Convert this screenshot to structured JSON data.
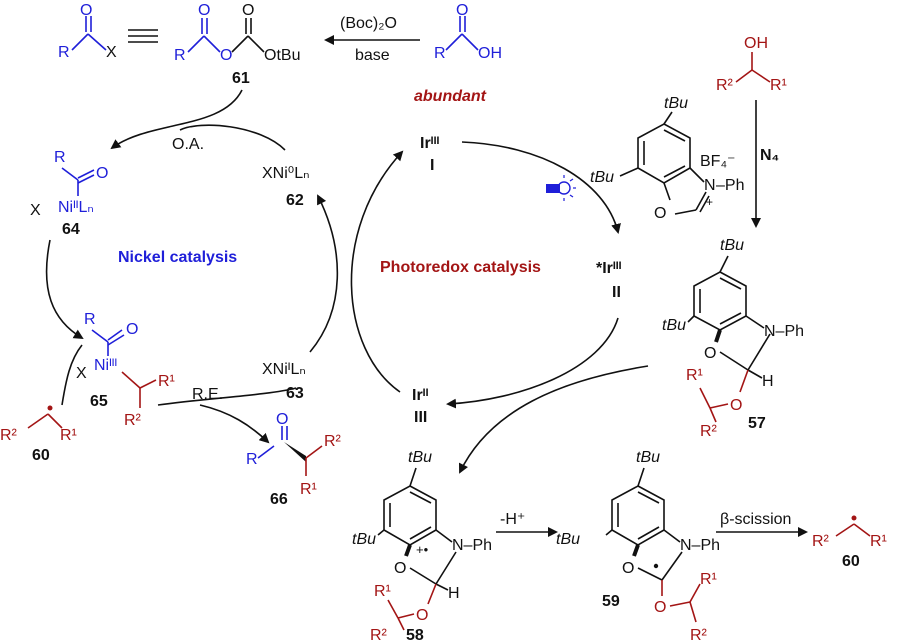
{
  "top": {
    "equiv_R": "R",
    "equiv_X": "X",
    "equiv_O": "O",
    "ester_R": "R",
    "ester_O1": "O",
    "ester_O2": "O",
    "ester_O3": "O",
    "ester_otbu": "OtBu",
    "cmpd_61": "61",
    "reagent": "(Boc)₂O",
    "base": "base",
    "acid_R": "R",
    "acid_O": "O",
    "acid_OH": "OH",
    "abundant": "abundant"
  },
  "alcohol": {
    "OH": "OH",
    "R2": "R²",
    "R1": "R¹",
    "N4": "N₄"
  },
  "nickel": {
    "title": "Nickel catalysis",
    "OA": "O.A.",
    "RE": "R.E.",
    "ni0": "XNi⁰Lₙ",
    "cmpd_62": "62",
    "ni2_R": "R",
    "ni2_O": "O",
    "ni2_X": "X",
    "ni2": "NiᴵᴵLₙ",
    "cmpd_64": "64",
    "ni3_R": "R",
    "ni3_O": "O",
    "ni3_X": "X",
    "ni3": "Niᴵᴵᴵ",
    "ni3_R1": "R¹",
    "ni3_R2": "R²",
    "cmpd_65": "65",
    "ni1": "XNiᴵLₙ",
    "cmpd_63": "63",
    "rad_R2": "R²",
    "rad_R1": "R¹",
    "cmpd_60": "60",
    "prod_R": "R",
    "prod_O": "O",
    "prod_R2": "R²",
    "prod_R1": "R¹",
    "cmpd_66": "66"
  },
  "photo": {
    "title": "Photoredox catalysis",
    "ir3": "Irᴵᴵᴵ",
    "ir3_label": "I",
    "ir3x": "*Irᴵᴵᴵ",
    "ir3x_label": "II",
    "ir2": "Irᴵᴵ",
    "ir2_label": "III"
  },
  "nhc": {
    "tBu": "tBu",
    "BF4": "BF₄⁻",
    "N": "N",
    "Ph": "–Ph",
    "plus": "+",
    "O": "O"
  },
  "c57": {
    "tBu_top": "tBu",
    "tBu_left": "tBu",
    "N": "N–Ph",
    "O": "O",
    "H": "H",
    "O2": "O",
    "R1": "R¹",
    "R2": "R²",
    "label": "57"
  },
  "c58": {
    "tBu_top": "tBu",
    "tBu_left": "tBu",
    "N": "N–Ph",
    "O": "O",
    "H": "H",
    "O2": "O",
    "R1": "R¹",
    "R2": "R²",
    "radcat": "+•",
    "label": "58"
  },
  "step_H": "-H⁺",
  "c59": {
    "tBu_top": "tBu",
    "tBu_left": "tBu",
    "N": "N–Ph",
    "O": "O",
    "O2": "O",
    "R1": "R¹",
    "R2": "R²",
    "label": "59"
  },
  "beta": "β-scission",
  "rad60": {
    "R2": "R²",
    "R1": "R¹",
    "label": "60"
  },
  "colors": {
    "blue": "#1f1fd9",
    "red": "#a31515",
    "black": "#111111"
  }
}
